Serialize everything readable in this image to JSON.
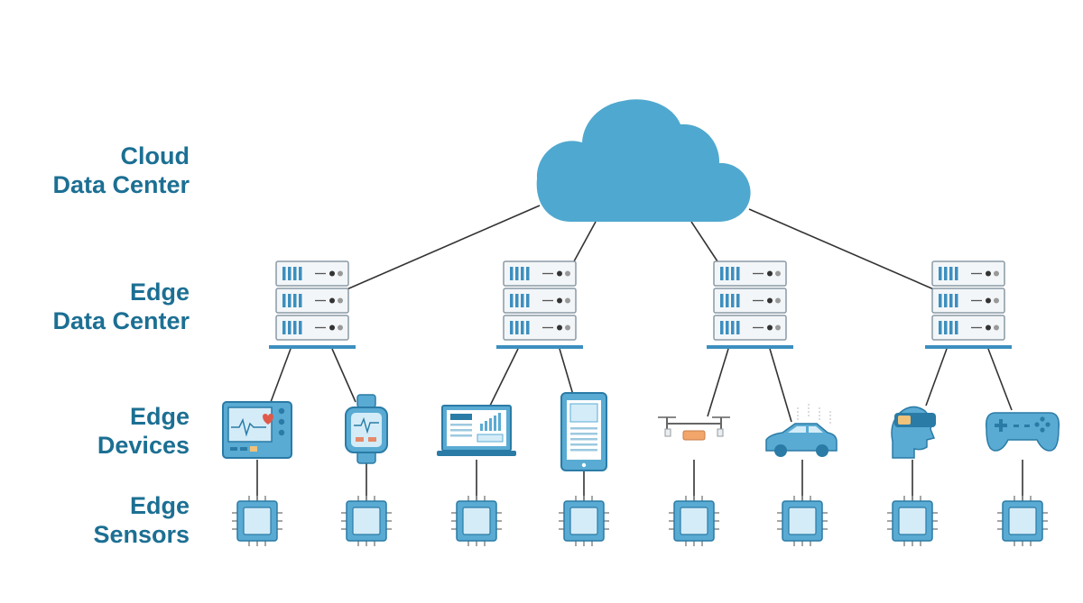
{
  "tiers": {
    "cloud": {
      "line1": "Cloud",
      "line2": "Data Center"
    },
    "edge_dc": {
      "line1": "Edge",
      "line2": "Data Center"
    },
    "devices": {
      "line1": "Edge",
      "line2": "Devices"
    },
    "sensors": {
      "line1": "Edge",
      "line2": "Sensors"
    }
  },
  "colors": {
    "label": "#1c6f93",
    "cloud": "#4fa8cf",
    "device_fill": "#5aabd3",
    "device_dark": "#2a7ba6",
    "device_light": "#d4ecf8",
    "server_fill": "#f3f6f8",
    "server_border": "#8a9aa6",
    "server_accent": "#3d8fbf",
    "line": "#333333"
  },
  "edge_data_centers": 4,
  "devices": [
    "patient-monitor-icon",
    "smartwatch-icon",
    "laptop-icon",
    "tablet-icon",
    "drone-icon",
    "car-icon",
    "vr-headset-user-icon",
    "gamepad-icon"
  ],
  "sensors_count": 8
}
